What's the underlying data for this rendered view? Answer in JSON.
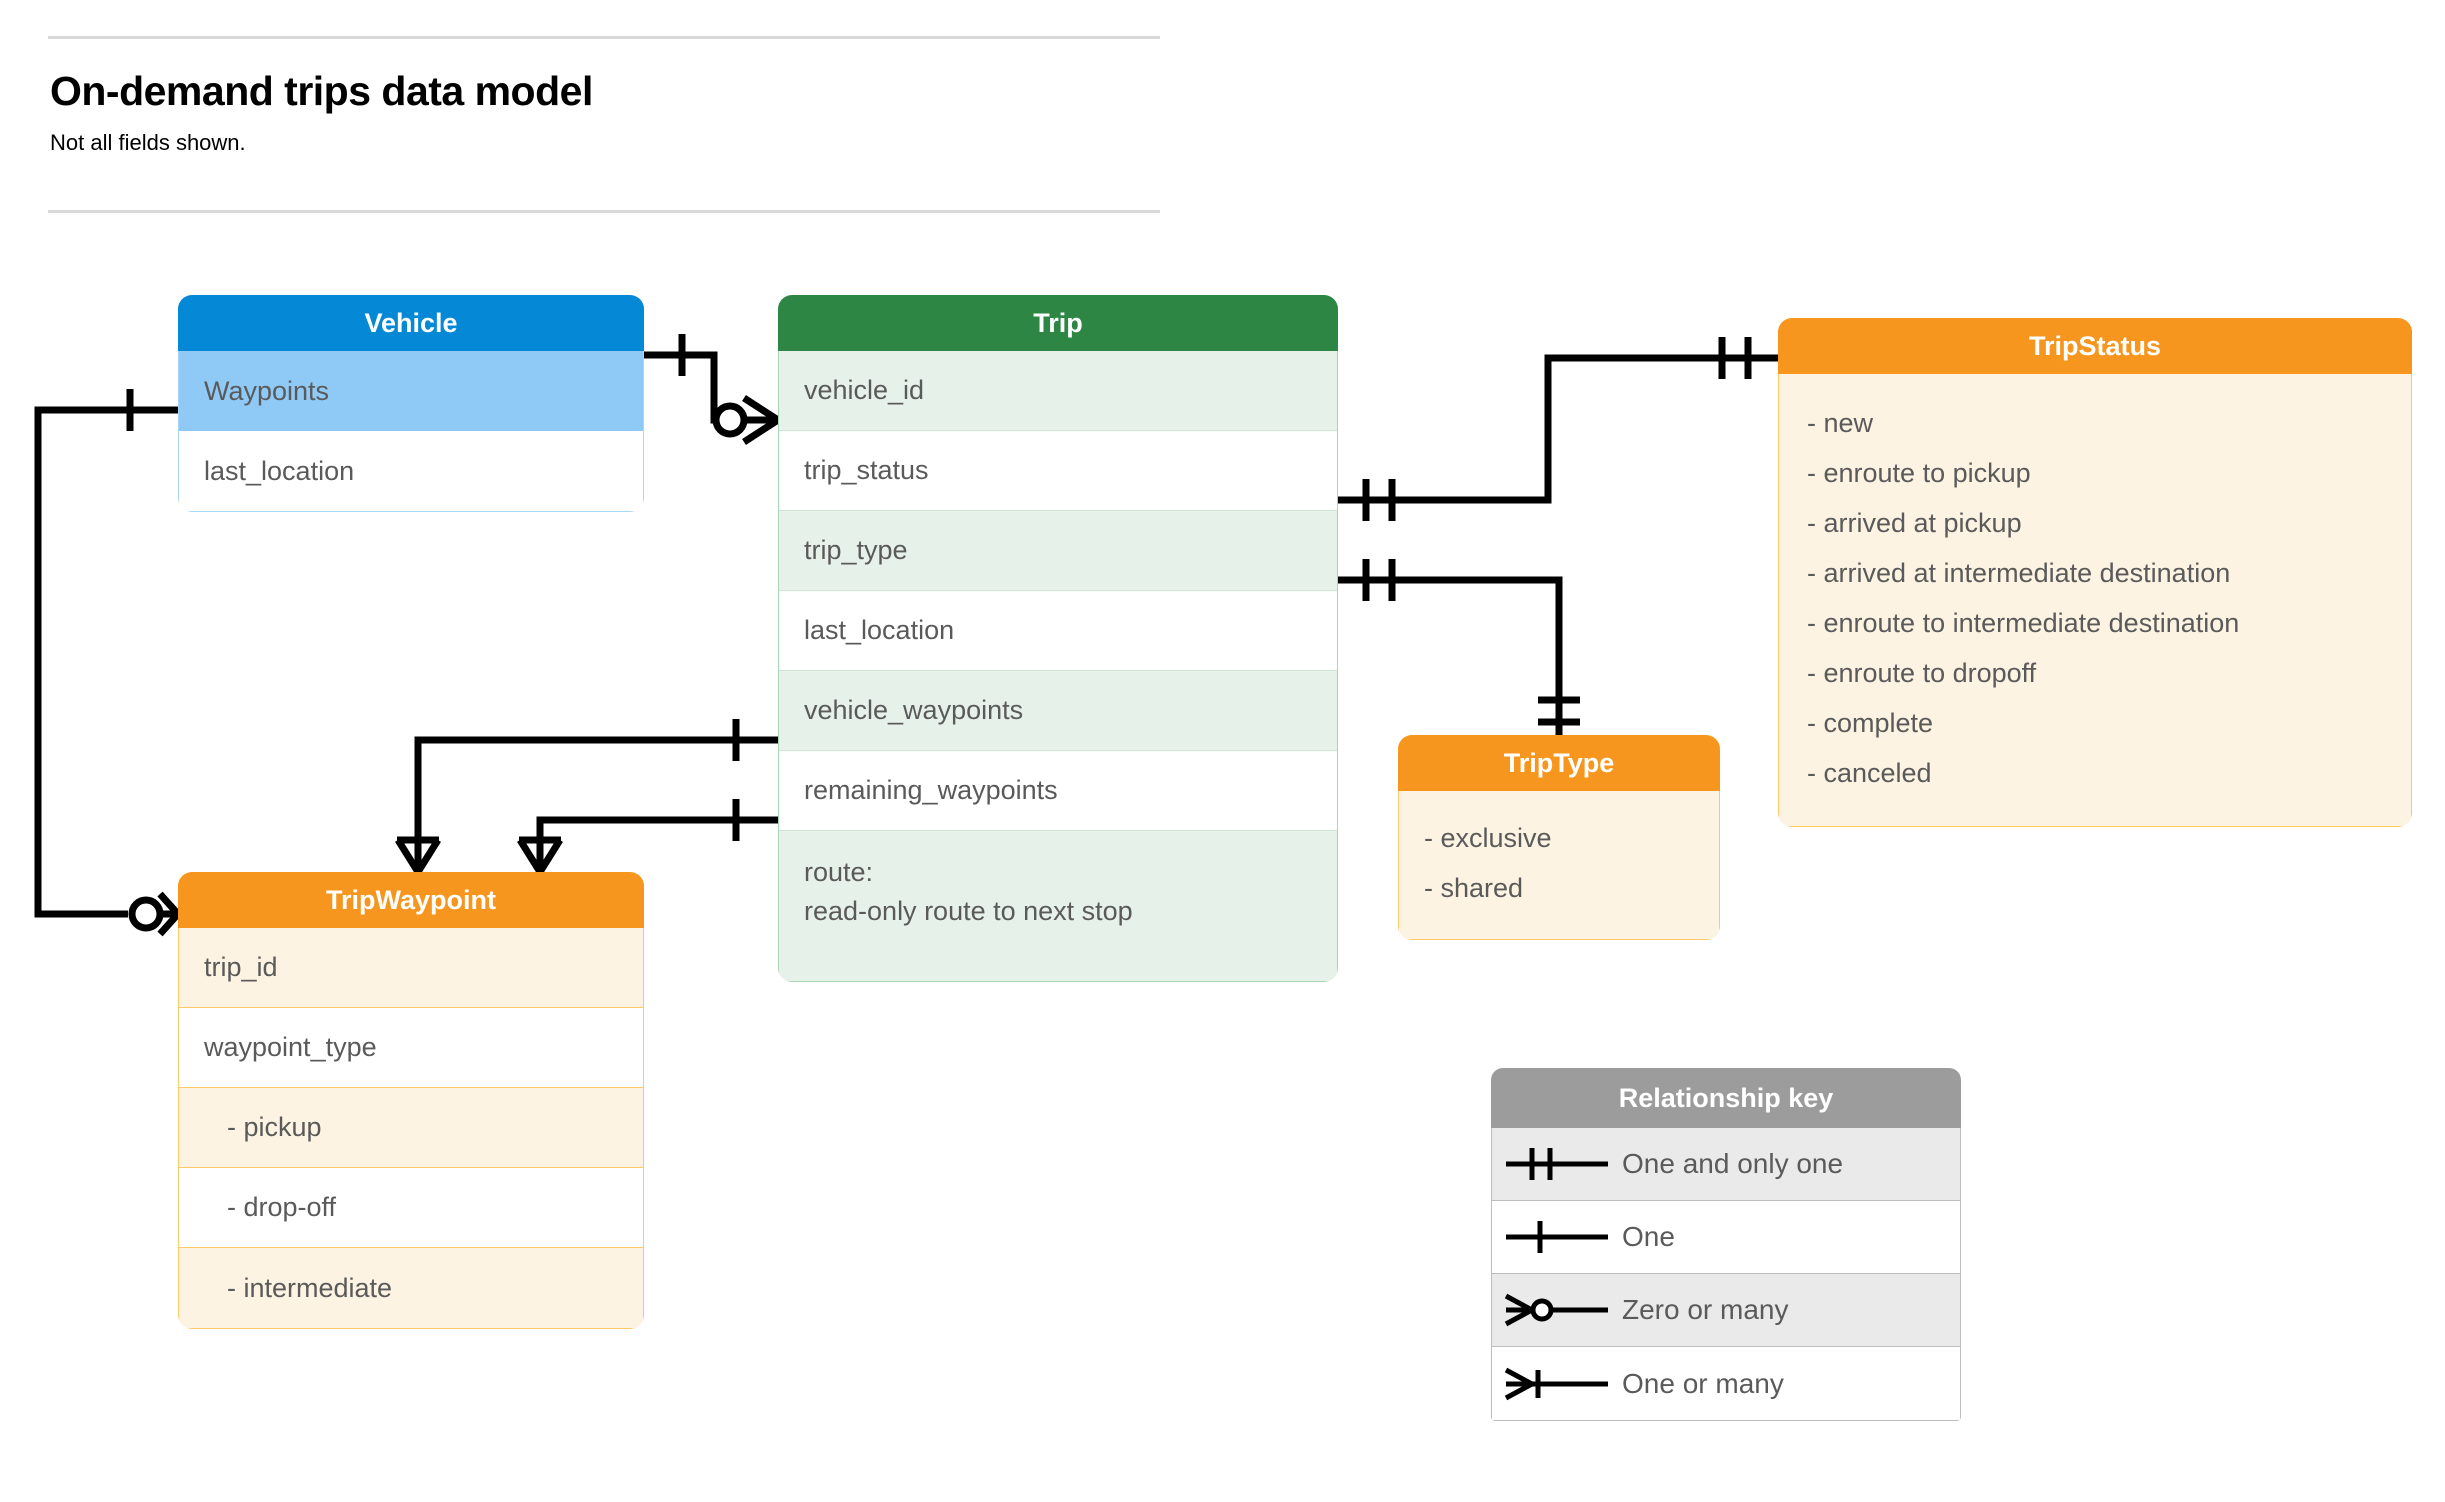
{
  "header": {
    "title": "On-demand trips data model",
    "subtitle": "Not all fields shown."
  },
  "entities": {
    "vehicle": {
      "name": "Vehicle",
      "header_color": "#0588d6",
      "rows": [
        {
          "label": "Waypoints"
        },
        {
          "label": "last_location"
        }
      ]
    },
    "trip": {
      "name": "Trip",
      "header_color": "#2e8644",
      "rows": [
        {
          "label": "vehicle_id"
        },
        {
          "label": "trip_status"
        },
        {
          "label": "trip_type"
        },
        {
          "label": "last_location"
        },
        {
          "label": "vehicle_waypoints"
        },
        {
          "label": "remaining_waypoints"
        },
        {
          "label": "route:",
          "label2": "read-only route to next stop"
        }
      ]
    },
    "tripwaypoint": {
      "name": "TripWaypoint",
      "header_color": "#f7961e",
      "rows": [
        {
          "label": "trip_id"
        },
        {
          "label": "waypoint_type"
        },
        {
          "label": "-  pickup"
        },
        {
          "label": "-  drop-off"
        },
        {
          "label": "-  intermediate"
        }
      ]
    },
    "triptype": {
      "name": "TripType",
      "header_color": "#f7961e",
      "values": [
        "- exclusive",
        "- shared"
      ]
    },
    "tripstatus": {
      "name": "TripStatus",
      "header_color": "#f7961e",
      "values": [
        "- new",
        "- enroute to pickup",
        "- arrived at pickup",
        "- arrived at intermediate destination",
        "- enroute to intermediate destination",
        "- enroute to dropoff",
        "- complete",
        "- canceled"
      ]
    }
  },
  "legend": {
    "title": "Relationship key",
    "rows": [
      {
        "symbol": "one-and-only-one-icon",
        "label": "One and only one"
      },
      {
        "symbol": "one-icon",
        "label": "One"
      },
      {
        "symbol": "zero-or-many-icon",
        "label": "Zero or many"
      },
      {
        "symbol": "one-or-many-icon",
        "label": "One or many"
      }
    ]
  },
  "relationships": [
    {
      "from": "Vehicle",
      "to": "Trip.vehicle_id",
      "from_card": "One",
      "to_card": "Zero or many"
    },
    {
      "from": "Vehicle.Waypoints",
      "to": "TripWaypoint",
      "from_card": "One",
      "to_card": "Zero or many"
    },
    {
      "from": "Trip.trip_status",
      "to": "TripStatus",
      "from_card": "One and only one",
      "to_card": "One and only one"
    },
    {
      "from": "Trip.trip_type",
      "to": "TripType",
      "from_card": "One and only one",
      "to_card": "One and only one"
    },
    {
      "from": "Trip.vehicle_waypoints",
      "to": "TripWaypoint",
      "from_card": "One",
      "to_card": "One or many"
    },
    {
      "from": "Trip.remaining_waypoints",
      "to": "TripWaypoint",
      "from_card": "One",
      "to_card": "One or many"
    }
  ],
  "colors": {
    "blue": "#0588d6",
    "blue_light": "#8fc9f5",
    "green": "#2e8644",
    "green_light": "#e6f2e9",
    "orange": "#f7961e",
    "orange_light": "#fdf3e2",
    "gray": "#9c9c9c",
    "line": "#000000"
  }
}
